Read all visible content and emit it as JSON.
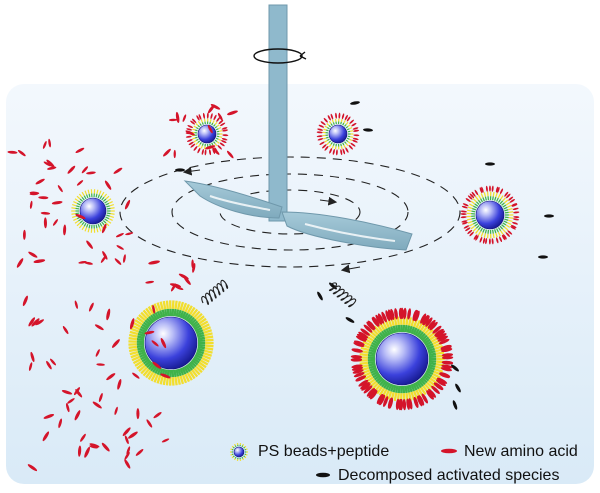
{
  "legend": {
    "beads_label": "PS beads+peptide",
    "amino_label": "New amino acid",
    "species_label": "Decomposed activated species"
  },
  "colors": {
    "vessel_top": "#f3f8fd",
    "vessel_bottom": "#d9eaf7",
    "stirrer": "#8fb9cc",
    "amino_acid": "#d4142a",
    "activated_species": "#111111",
    "bead_core": "#2a2fd0",
    "peptide_yellow": "#f2de2e",
    "peptide_green": "#3fb24a"
  },
  "icons": [
    "rotation-arrow-icon",
    "spring-icon",
    "amino-acid-icon",
    "activated-species-icon",
    "bead-icon"
  ]
}
